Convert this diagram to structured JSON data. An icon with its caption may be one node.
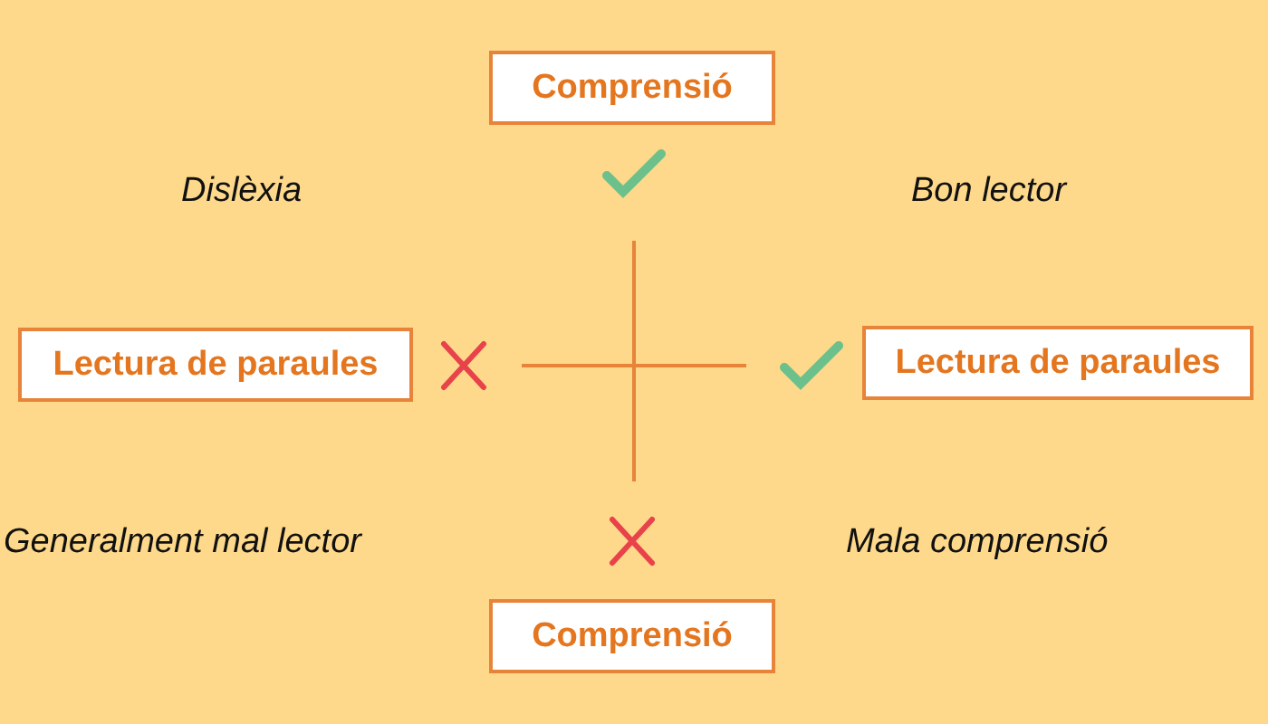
{
  "diagram": {
    "nodes": [
      {
        "text": [
          "Comprensió"
        ]
      },
      {
        "text": [
          "Lectura de paraules"
        ]
      },
      {
        "text": [
          "Lectura de paraules"
        ]
      },
      {
        "text": [
          "Comprensió"
        ]
      }
    ],
    "labels": [
      "Dislèxia",
      "Bon lector",
      "Generalment mal lector",
      "Mala comprensió"
    ]
  }
}
